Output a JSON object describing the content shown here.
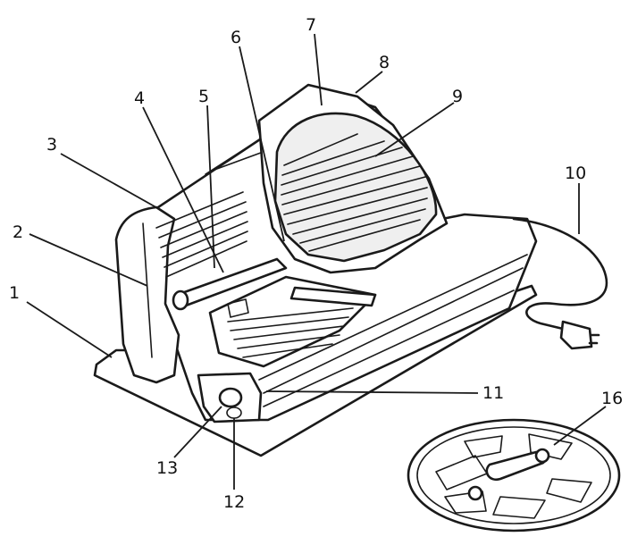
{
  "diagram": {
    "callouts": [
      {
        "id": "1",
        "label": "1"
      },
      {
        "id": "2",
        "label": "2"
      },
      {
        "id": "3",
        "label": "3"
      },
      {
        "id": "4",
        "label": "4"
      },
      {
        "id": "5",
        "label": "5"
      },
      {
        "id": "6",
        "label": "6"
      },
      {
        "id": "7",
        "label": "7"
      },
      {
        "id": "8",
        "label": "8"
      },
      {
        "id": "9",
        "label": "9"
      },
      {
        "id": "10",
        "label": "10"
      },
      {
        "id": "11",
        "label": "11"
      },
      {
        "id": "12",
        "label": "12"
      },
      {
        "id": "13",
        "label": "13"
      },
      {
        "id": "16",
        "label": "16"
      }
    ]
  }
}
